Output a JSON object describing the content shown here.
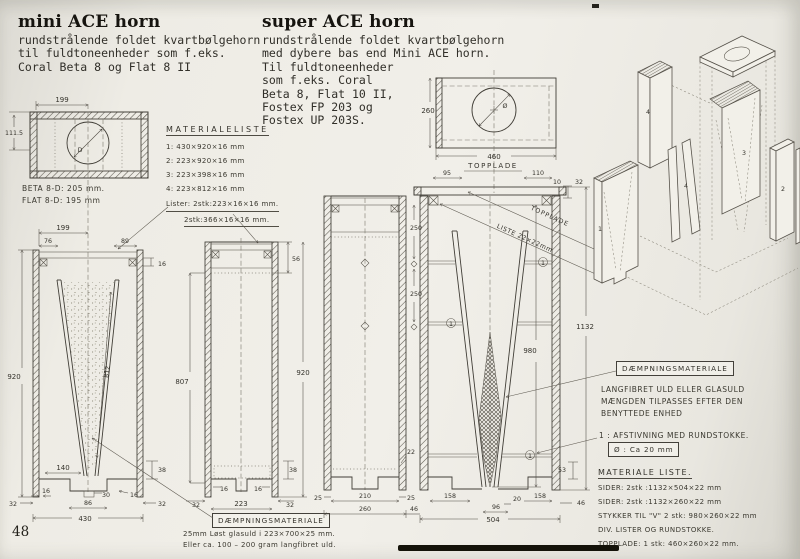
{
  "page": {
    "number": "48"
  },
  "mini": {
    "title": "mini ACE horn",
    "desc": [
      "rundstrålende foldet kvartbølgehorn",
      "til fuldtoneenheder som f.eks.",
      "Coral Beta 8 og Flat 8 II"
    ],
    "top": {
      "w": "199",
      "h": "111.5",
      "hole": "D",
      "note1": "BETA 8-D: 205 mm.",
      "note2": "FLAT 8-D: 195 mm"
    },
    "mat": {
      "heading": "MATERIALELISTE",
      "items": [
        "1: 430×920×16 mm",
        "2: 223×920×16 mm",
        "3: 223×398×16 mm",
        "4: 223×812×16 mm"
      ],
      "lister1": "Lister: 2stk:223×16×16 mm.",
      "lister2": "2stk:366×16×16 mm."
    },
    "front": {
      "w199": "199",
      "d76": "76",
      "d89": "89",
      "d16": "16",
      "h920": "920",
      "v812": "812",
      "b140": "140",
      "b16a": "16",
      "b30": "30",
      "b16b": "16",
      "b38": "38",
      "b32a": "32",
      "b86": "86",
      "b32b": "32",
      "b430": "430"
    },
    "side": {
      "d56": "56",
      "d807": "807",
      "d920": "920",
      "b38": "38",
      "b16a": "16",
      "b16b": "16",
      "b32a": "32",
      "b32b": "32",
      "b223": "223"
    },
    "damp": {
      "label": "DÆMPNINGSMATERIALE",
      "note1": "25mm Løst glasuld i 223×700×25 mm.",
      "note2": "Eller ca. 100 – 200 gram langfibret uld."
    }
  },
  "super": {
    "title": "super ACE horn",
    "desc": [
      "rundstrålende foldet kvartbølgehorn",
      "med dybere bas end Mini ACE horn.",
      "Til fuldtoneenheder",
      "som f.eks. Coral",
      "Beta 8, Flat 10 II,",
      "Fostex FP 203 og",
      "Fostex UP 203S."
    ],
    "top": {
      "h": "260",
      "w": "460",
      "label": "TOPPLADE",
      "hole": "Ø"
    },
    "row": {
      "d95": "95",
      "d110": "110",
      "d10": "10",
      "d32": "32"
    },
    "side": {
      "d250a": "250",
      "d250b": "250",
      "b25a": "25",
      "b210": "210",
      "b25b": "25",
      "b260": "260",
      "d22": "22",
      "b46a": "46"
    },
    "front": {
      "d1132": "1132",
      "d980": "980",
      "b158a": "158",
      "b20": "20",
      "b158b": "158",
      "b96": "96",
      "b504": "504",
      "b46b": "46",
      "d53": "53",
      "marker": "1",
      "leader1": "TOPPLADE",
      "leader2": "LISTE 22×22mm"
    },
    "notes": {
      "damp_label": "DÆMPNINGSMATERIALE",
      "damp1": "LANGFIBRET ULD  ELLER GLASULD",
      "damp2": "MÆNGDEN TILPASSES EFTER DEN",
      "damp3": "BENYTTEDE ENHED",
      "stiff": "1 : AFSTIVNING MED RUNDSTOKKE.",
      "dia": "Ø : Ca 20 mm",
      "mat_heading": "MATERIALE LISTE.",
      "mat1": "SIDER: 2stk :1132×504×22 mm",
      "mat2": "SIDER: 2stk :1132×260×22 mm",
      "mat3": "STYKKER TIL \"V\" 2 stk: 980×260×22 mm",
      "mat4": "DIV. LISTER OG RUNDSTOKKE.",
      "mat5": "TOPPLADE: 1 stk: 460×260×22 mm."
    }
  },
  "iso": {
    "l1": "4",
    "l2": "3",
    "l3": "2",
    "l4": "1",
    "l5": "4"
  }
}
